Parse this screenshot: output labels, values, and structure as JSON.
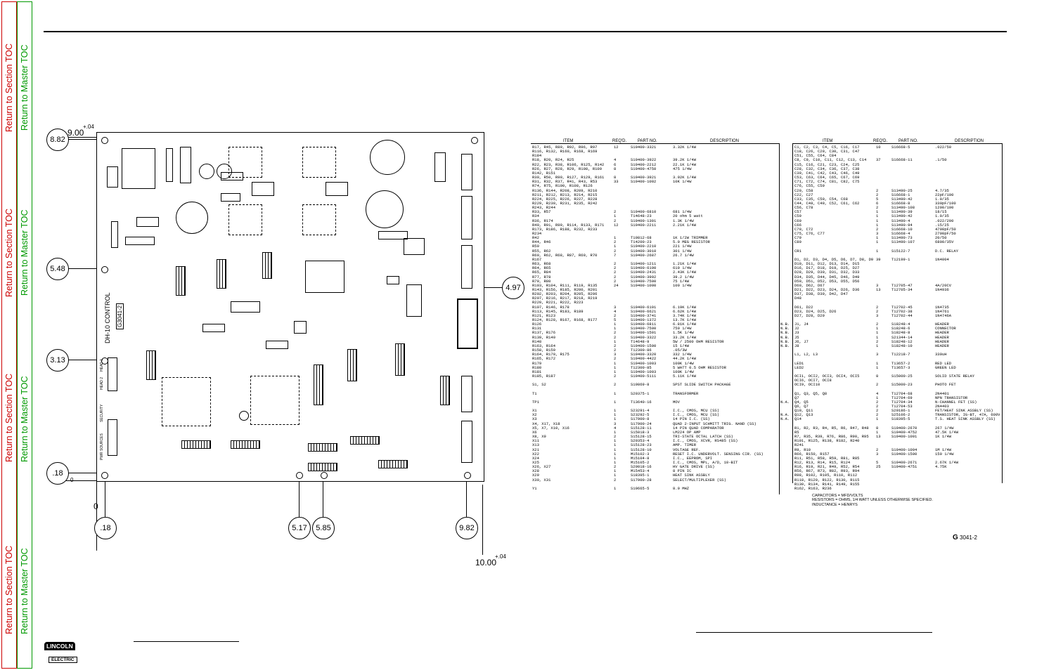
{
  "nav": {
    "section_toc": "Return to Section TOC",
    "master_toc": "Return to Master TOC"
  },
  "board": {
    "name": "DH-10 CONTROL",
    "code": "G3041-2",
    "labels": [
      "HEAD 1",
      "HEAD 2",
      "SECURITY",
      "PWR SOURCES"
    ]
  },
  "dims": {
    "top_width": "9.00",
    "top_tol": "+.04",
    "bottom_width": "10.00",
    "bottom_tol": "+.04",
    "zero_x": "0",
    "zero_y": "0",
    "y_marks": [
      "8.82",
      "5.48",
      "3.13",
      ".18"
    ],
    "right_mark": "4.97",
    "x_marks": [
      ".18",
      "5.17",
      "5.85",
      "9.82"
    ]
  },
  "table_headers": {
    "item": "ITEM",
    "req": "REQ'D.",
    "part": "PART NO.",
    "desc": "DESCRIPTION"
  },
  "left_table": [
    [
      "R17, R45, R89, R92, R96, R97",
      "12",
      "S19400-3321",
      "3.32K 1/4W"
    ],
    [
      "R116, R132, R160, R168, R169",
      "",
      "",
      ""
    ],
    [
      "R184",
      "",
      "",
      ""
    ],
    [
      "R18, R20, R24, R25",
      "4",
      "S19400-3922",
      "39.2K 1/4W"
    ],
    [
      "R22, R23, R38, R106, R125, R142",
      "6",
      "S19400-2212",
      "22.1K 1/4W"
    ],
    [
      "R26, R27, R28, R29, R108, R109",
      "8",
      "S19400-4750",
      "475 1/4W"
    ],
    [
      "R142, R151",
      "",
      "",
      ""
    ],
    [
      "R30, R50, R90, R127, R129, R161",
      "8",
      "S19400-3921",
      "3.92K 1/4W"
    ],
    [
      "R31, R32, R37, R41, R43, R53",
      "33",
      "S19400-1002",
      "10K 1/4W"
    ],
    [
      "R74, R75, R100, R108, R126",
      "",
      "",
      ""
    ],
    [
      "R136, R144, R208, R209, R210",
      "",
      "",
      ""
    ],
    [
      "R211, R212, R213, R214, R215",
      "",
      "",
      ""
    ],
    [
      "R224, R225, R226, R227, R228",
      "",
      "",
      ""
    ],
    [
      "R229, R230, R231, R235, R242",
      "",
      "",
      ""
    ],
    [
      "R243, R244",
      "",
      "",
      ""
    ],
    [
      "R33, R57",
      "2",
      "S19400-6810",
      "681 1/4W"
    ],
    [
      "R34",
      "1",
      "T14648-23",
      "20 ohm 5 watt"
    ],
    [
      "R36, R174",
      "2",
      "S19400-1301",
      "1.3K 1/4W"
    ],
    [
      "R40, R91, R99, R114, R133, R171",
      "12",
      "S19400-2211",
      "2.21K 1/4W"
    ],
    [
      "R173, R186, R188, R232, R233",
      "",
      "",
      ""
    ],
    [
      "R234",
      "",
      "",
      ""
    ],
    [
      "R42",
      "1",
      "T10812-68",
      "1K 1/2W TRIMMER"
    ],
    [
      "R44, R46",
      "2",
      "T14200-23",
      "5.0 MEG RESISTOR"
    ],
    [
      "R50",
      "1",
      "S19400-2210",
      "221 1/4W"
    ],
    [
      "R55, R62",
      "2",
      "S19400-3010",
      "301 1/4W"
    ],
    [
      "R60, R62, R68, R87, R69, R70",
      "7",
      "S19400-2687",
      "26.7 1/4W"
    ],
    [
      "R167",
      "",
      "",
      ""
    ],
    [
      "R63, R68",
      "2",
      "S19400-1211",
      "1.21K 1/4W"
    ],
    [
      "R64, R65",
      "2",
      "S19400-6190",
      "619 1/4W"
    ],
    [
      "R65, R84",
      "2",
      "S19400-2431",
      "2.43K 1/4W"
    ],
    [
      "R77, R78",
      "2",
      "S19400-3992",
      "39.2 1/4W"
    ],
    [
      "R79, R80",
      "2",
      "S19400-7500",
      "75 1/4W"
    ],
    [
      "R103, R104, R111, R119, R135",
      "24",
      "S19400-1000",
      "100 1/4W"
    ],
    [
      "R143, R156, R185, R200, R201",
      "",
      "",
      ""
    ],
    [
      "R202, R203, R204, R205, R206",
      "",
      "",
      ""
    ],
    [
      "R207, R216, R217, R218, R219",
      "",
      "",
      ""
    ],
    [
      "R220, R221, R222, R223",
      "",
      "",
      ""
    ],
    [
      "R107, R146, R178",
      "3",
      "S19400-6191",
      "6.19K 1/4W"
    ],
    [
      "R113, R145, R183, R189",
      "4",
      "S19400-6621",
      "6.62K 1/4W"
    ],
    [
      "R121, R123",
      "2",
      "S19400-3741",
      "3.74K 1/4W"
    ],
    [
      "R124, R128, R167, R168, R177",
      "5",
      "S19400-1372",
      "13.7K 1/4W"
    ],
    [
      "R126",
      "1",
      "S19400-6811",
      "6.81K 1/4W"
    ],
    [
      "R131",
      "1",
      "S19400-7500",
      "750 1/4W"
    ],
    [
      "R137, R176",
      "2",
      "S19400-1501",
      "1.5K 1/4W"
    ],
    [
      "R139, R140",
      "2",
      "S19400-3322",
      "33.2K 1/4W"
    ],
    [
      "R148",
      "1",
      "T14648-9",
      "5W / 2500 OHM RESISTOR"
    ],
    [
      "R163, R164",
      "2",
      "S19400-1500",
      "15 1/4W"
    ],
    [
      "R158, R159",
      "2",
      "T12300-86",
      ".05/3W"
    ],
    [
      "R164, R170, R175",
      "3",
      "S19400-3320",
      "332 1/4W"
    ],
    [
      "R165, R172",
      "2",
      "S19400-4422",
      "44.2K 1/4W"
    ],
    [
      "R179",
      "1",
      "S19400-1003",
      "100K 1/4W"
    ],
    [
      "R180",
      "1",
      "T12300-85",
      "5 WATT 0.5 OHM RESISTOR"
    ],
    [
      "R181",
      "1",
      "S19400-1003",
      "100K 1/4W"
    ],
    [
      "R185, R187",
      "2",
      "S19400-5111",
      "5.11K 1/4W"
    ],
    [
      "",
      "",
      "",
      ""
    ],
    [
      "S1, S2",
      "2",
      "S19869-8",
      "SPST SLIDE SWITCH PACKAGE"
    ],
    [
      "",
      "",
      "",
      ""
    ],
    [
      "T1",
      "1",
      "S20375-1",
      "TRANSFORMER"
    ],
    [
      "",
      "",
      "",
      ""
    ],
    [
      "TP1",
      "1",
      "T13640-16",
      "MOV"
    ],
    [
      "",
      "",
      "",
      ""
    ],
    [
      "X1",
      "1",
      "S23291-4",
      "I.C., CMOS, MCU (SS)"
    ],
    [
      "X2",
      "1",
      "S23292-5",
      "I.C., CMOS, MCU (SS)"
    ],
    [
      "X3",
      "1",
      "S17900-8",
      "14 PIN I.C. (SS)"
    ],
    [
      "X4, X17, X18",
      "3",
      "S17900-24",
      "QUAD 2-INPUT SCHMITT TRIG. NAND (SS)"
    ],
    [
      "X5, X7, X10, X16",
      "4",
      "S15128-11",
      "14 PIN QUAD COMPARATOR"
    ],
    [
      "X6",
      "1",
      "S15018-3",
      "LM224 OP AMP"
    ],
    [
      "X8, X9",
      "2",
      "S15128-15",
      "TRI-STATE OCTAL LATCH (SS)"
    ],
    [
      "X11",
      "1",
      "S20353-4",
      "I.C., CMOS, XCVR, RS485 (SS)"
    ],
    [
      "X13",
      "1",
      "S15128-23",
      "AMP. TIMER"
    ],
    [
      "X21",
      "1",
      "S15128-10",
      "VOLTAGE REF."
    ],
    [
      "X22",
      "1",
      "M15102-3",
      "RESET I.C. UNDERVOLT. SENSING CIR. (SS)"
    ],
    [
      "X24",
      "1",
      "M15104-8",
      "I.C., EEPROM, SPI"
    ],
    [
      "X25",
      "1",
      "M15105-2",
      "I.C., CMOS, MPL, A/D, 10-BIT"
    ],
    [
      "X26, X27",
      "2",
      "S20018-16",
      "HV GATE DRIVE (SS)"
    ],
    [
      "X28",
      "1",
      "M15453-4",
      "8 PIN IC"
    ],
    [
      "X29",
      "1",
      "S18395-1",
      "HEAT SINK ASSBLY"
    ],
    [
      "X30, X31",
      "2",
      "S17900-28",
      "SELECT/MULTIPLEXER (SS)"
    ],
    [
      "",
      "",
      "",
      ""
    ],
    [
      "Y1",
      "1",
      "S19665-5",
      "8.0 MHZ"
    ]
  ],
  "right_table": [
    [
      "",
      "C1, C2, C3, C4, C5, C16, C17",
      "10",
      "S16668-5",
      ".022/50"
    ],
    [
      "",
      "C18, C26, C29, C30, C31, C47",
      "",
      "",
      ""
    ],
    [
      "",
      "C51, C55, C64, C84",
      "",
      "",
      ""
    ],
    [
      "",
      "C8, C9, C10, C11, C12, C13, C14",
      "37",
      "S16668-11",
      ".1/50"
    ],
    [
      "",
      "C15, C16, C21, C23, C24, C25",
      "",
      "",
      ""
    ],
    [
      "",
      "C28, C32, C34, C36, C37, C38",
      "",
      "",
      ""
    ],
    [
      "",
      "C39, C41, C42, C43, C46, C49",
      "",
      "",
      ""
    ],
    [
      "",
      "C53, C63, C64, C65, C67, C69",
      "",
      "",
      ""
    ],
    [
      "",
      "C71, C72, C74, C81, C82, C75",
      "",
      "",
      ""
    ],
    [
      "",
      "C76, C55, C59",
      "",
      "",
      ""
    ],
    [
      "",
      "C20, C58",
      "2",
      "S13490-25",
      "4.7/35"
    ],
    [
      "",
      "C22, C27",
      "2",
      "S16668-1",
      "22pF/100"
    ],
    [
      "",
      "C33, C35, C50, C54, C68",
      "5",
      "S13490-42",
      "1.0/35"
    ],
    [
      "",
      "C44, C48, C49, C52, C61, C62",
      "6",
      "S16668-8",
      "330pF/100"
    ],
    [
      "",
      "C56, C78",
      "2",
      "S13490-108",
      "1200/100"
    ],
    [
      "",
      "C57",
      "1",
      "S13490-39",
      "18/15"
    ],
    [
      "",
      "C59",
      "1",
      "S13490-42",
      "1.0/35"
    ],
    [
      "",
      "C60",
      "1",
      "S13490-4",
      ".022/200"
    ],
    [
      "",
      "C66",
      "1",
      "S13490-94",
      ".15/25"
    ],
    [
      "",
      "C70, C72",
      "2",
      "S16668-10",
      "4700pF/50"
    ],
    [
      "",
      "C75, C76, C77",
      "3",
      "S16668-4",
      "2700pF/50"
    ],
    [
      "",
      "C79",
      "1",
      "S13490-73",
      "20/50"
    ],
    [
      "",
      "C80",
      "1",
      "S13490-107",
      "6800/35V"
    ],
    [
      "",
      "",
      "",
      "",
      ""
    ],
    [
      "",
      "CR1",
      "1",
      "S15122-7",
      "D.C. RELAY"
    ],
    [
      "",
      "",
      "",
      "",
      ""
    ],
    [
      "",
      "D1, D2, D3, D4, D5, D6, D7, D8, D9",
      "39",
      "T12199-1",
      "1N4004"
    ],
    [
      "",
      "D10, D11, D12, D13, D14, D15",
      "",
      "",
      ""
    ],
    [
      "",
      "D16, D17, D18, D19, D25, D27",
      "",
      "",
      ""
    ],
    [
      "",
      "D28, D29, D30, D31, D32, D33",
      "",
      "",
      ""
    ],
    [
      "",
      "D34, D35, D44, D45, D46, D49",
      "",
      "",
      ""
    ],
    [
      "",
      "D50, D51, D52, D53, D55, D56",
      "",
      "",
      ""
    ],
    [
      "",
      "D60, D62, D67",
      "3",
      "T12705-47",
      "4A/20CV"
    ],
    [
      "",
      "D21, D22, D23, D24, D26, D36",
      "13",
      "T12705-34",
      "1N4936"
    ],
    [
      "",
      "D37, D38, D39, D42, D47",
      "",
      "",
      ""
    ],
    [
      "",
      "D48",
      "",
      "",
      ""
    ],
    [
      "",
      "",
      "",
      "",
      ""
    ],
    [
      "",
      "D61, D22",
      "2",
      "T12702-45",
      "1N4735"
    ],
    [
      "",
      "D23, D24, D25, D26",
      "2",
      "T12702-38",
      "1N4761"
    ],
    [
      "",
      "D27, D28, D29",
      "3",
      "T12702-44",
      "1N4746A"
    ],
    [
      "",
      "",
      "",
      "",
      ""
    ],
    [
      "N.B.",
      "J1, J4",
      "2",
      "S18248-4",
      "HEADER"
    ],
    [
      "N.B.",
      "J2",
      "1",
      "S18248-6",
      "CONNECTOR"
    ],
    [
      "N.B.",
      "J3",
      "1",
      "S18248-8",
      "HEADER"
    ],
    [
      "N.B.",
      "J5",
      "1",
      "S21344-14",
      "HEADER"
    ],
    [
      "N.B.",
      "J6, J7",
      "2",
      "S18248-12",
      "HEADER"
    ],
    [
      "N.B.",
      "J8",
      "1",
      "S18248-10",
      "HEADER"
    ],
    [
      "",
      "",
      "",
      "",
      ""
    ],
    [
      "",
      "L1, L2, L3",
      "3",
      "T12218-7",
      "330uH"
    ],
    [
      "",
      "",
      "",
      "",
      ""
    ],
    [
      "",
      "LED1",
      "1",
      "T13657-2",
      "RED LED"
    ],
    [
      "",
      "LED2",
      "1",
      "T13657-3",
      "GREEN LED"
    ],
    [
      "",
      "",
      "",
      "",
      ""
    ],
    [
      "",
      "OCI1, OCI2, OCI3, OCI4, OCI5",
      "8",
      "S15000-25",
      "SOLID STATE RELAY"
    ],
    [
      "",
      "OCI6, OCI7, OCI8",
      "",
      "",
      ""
    ],
    [
      "",
      "OCI9, OCI10",
      "2",
      "S15000-23",
      "PHOTO FET"
    ],
    [
      "",
      "",
      "",
      "",
      ""
    ],
    [
      "",
      "Q1, Q3, Q5, Q8",
      "4",
      "T12704-68",
      "2N4401"
    ],
    [
      "",
      "Q7",
      "1",
      "T12704-69",
      "NPN TRANSISTOR"
    ],
    [
      "N.A.",
      "Q4, Q5",
      "2",
      "T12704-34",
      "N-CHANNEL FET (SS)"
    ],
    [
      "",
      "Q6, Q7",
      "2",
      "T12704-53",
      "2N4403"
    ],
    [
      "",
      "Q10, Q11",
      "2",
      "S20186-1",
      "FET/HEAT SINK ASSBLY (SS)"
    ],
    [
      "N.A.",
      "Q12, Q13",
      "2",
      "S25106-2",
      "TRANSISTOR, IG-BT, 47A, 600V"
    ],
    [
      "N.A.",
      "Q14",
      "1",
      "S18395-5",
      "T.S. HEAT SINK ASSBLY (SS)"
    ],
    [
      "",
      "",
      "",
      "",
      ""
    ],
    [
      "",
      "R1, R2, R3, R4, R5, R6, R47, R48",
      "8",
      "S19400-2670",
      "267 1/4W"
    ],
    [
      "",
      "R5",
      "1",
      "S19400-4752",
      "47.5K 1/4W"
    ],
    [
      "",
      "R7, R35, R39, R76, R86, R90, R95",
      "13",
      "S19400-1001",
      "1K 1/4W"
    ],
    [
      "",
      "R101, R125, R138, R182, R240",
      "",
      "",
      ""
    ],
    [
      "",
      "R241",
      "",
      "",
      ""
    ],
    [
      "",
      "R9, R10",
      "2",
      "S19400-1004",
      "1M 1/4W"
    ],
    [
      "",
      "R66, R150, R157",
      "3",
      "S19400-1500",
      "150 1/4W"
    ],
    [
      "",
      "R11, R51, R58, R59, R81, R85",
      "",
      "",
      ""
    ],
    [
      "",
      "R12, R13, R14, R15, R124",
      "5",
      "S19400-2671",
      "2.67K 1/4W"
    ],
    [
      "",
      "R16, R19, R21, R49, R52, R54",
      "25",
      "S19400-4751",
      "4.75K"
    ],
    [
      "",
      "R56, R67, R73, R82, R93, R94",
      "",
      "",
      ""
    ],
    [
      "",
      "R98, R102, R105, R110, R112",
      "",
      "",
      ""
    ],
    [
      "",
      "R118, R120, R122, R130, R115",
      "",
      "",
      ""
    ],
    [
      "",
      "R130, R134, R141, R149, R155",
      "",
      "",
      ""
    ],
    [
      "",
      "R162, R163, R236",
      "",
      "",
      ""
    ]
  ],
  "notes": [
    "CAPACITORS = MFD/VOLTS",
    "RESISTORS = OHMS, 1/4 WATT UNLESS OTHERWISE SPECIFIED.",
    "INDUCTANCE = HENRYS"
  ],
  "drawing_id": {
    "letter": "G",
    "number": "3041-2"
  },
  "logo": {
    "line1": "LINCOLN",
    "line2": "ELECTRIC"
  }
}
